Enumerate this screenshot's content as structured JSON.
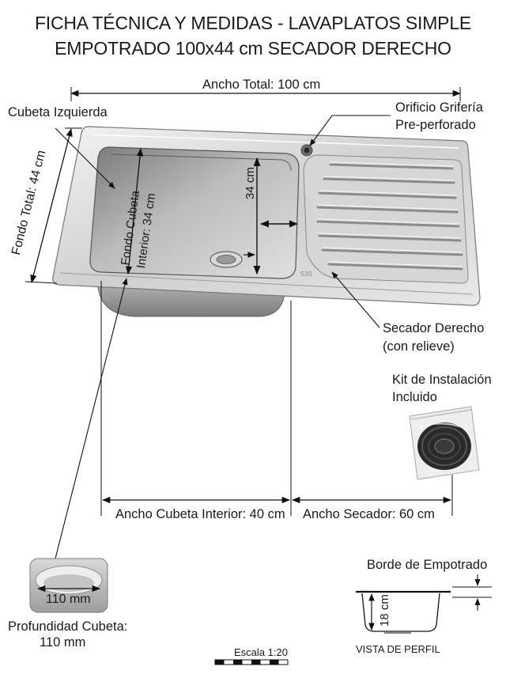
{
  "title": {
    "line1": "FICHA TÉCNICA Y MEDIDAS - LAVAPLATOS SIMPLE",
    "line2": "EMPOTRADO 100x44 cm SECADOR DERECHO"
  },
  "dimensions": {
    "total_width": "Ancho Total: 100 cm",
    "total_depth": "Fondo Total: 44 cm",
    "basin_height": "34 cm",
    "basin_interior_depth_line1": "Fondo Cubeta",
    "basin_interior_depth_line2": "Interior: 34 cm",
    "basin_interior_width": "Ancho Cubeta Interior: 40 cm",
    "drainer_width": "Ancho Secador: 60 cm",
    "profile_height": "18 cm",
    "bowl_depth_badge": "110 mm"
  },
  "callouts": {
    "left_basin": "Cubeta Izquierda",
    "faucet_hole_line1": "Orificio Grifería",
    "faucet_hole_line2": "Pre-perforado",
    "drainer_line1": "Secador Derecho",
    "drainer_line2": "(con relieve)",
    "kit_line1": "Kit de Instalación",
    "kit_line2": "Incluido",
    "bowl_depth_line1": "Profundidad Cubeta:",
    "bowl_depth_line2": "110 mm",
    "mount_edge": "Borde de Empotrado",
    "profile_view": "VISTA DE PERFIL",
    "embossed_mark": "S3S"
  },
  "scale": {
    "label": "Escala 1:20"
  },
  "colors": {
    "steel_light": "#e4e4e4",
    "steel_mid": "#bdbdbd",
    "steel_dark": "#8a8a8a",
    "ink": "#1a1a1a"
  }
}
